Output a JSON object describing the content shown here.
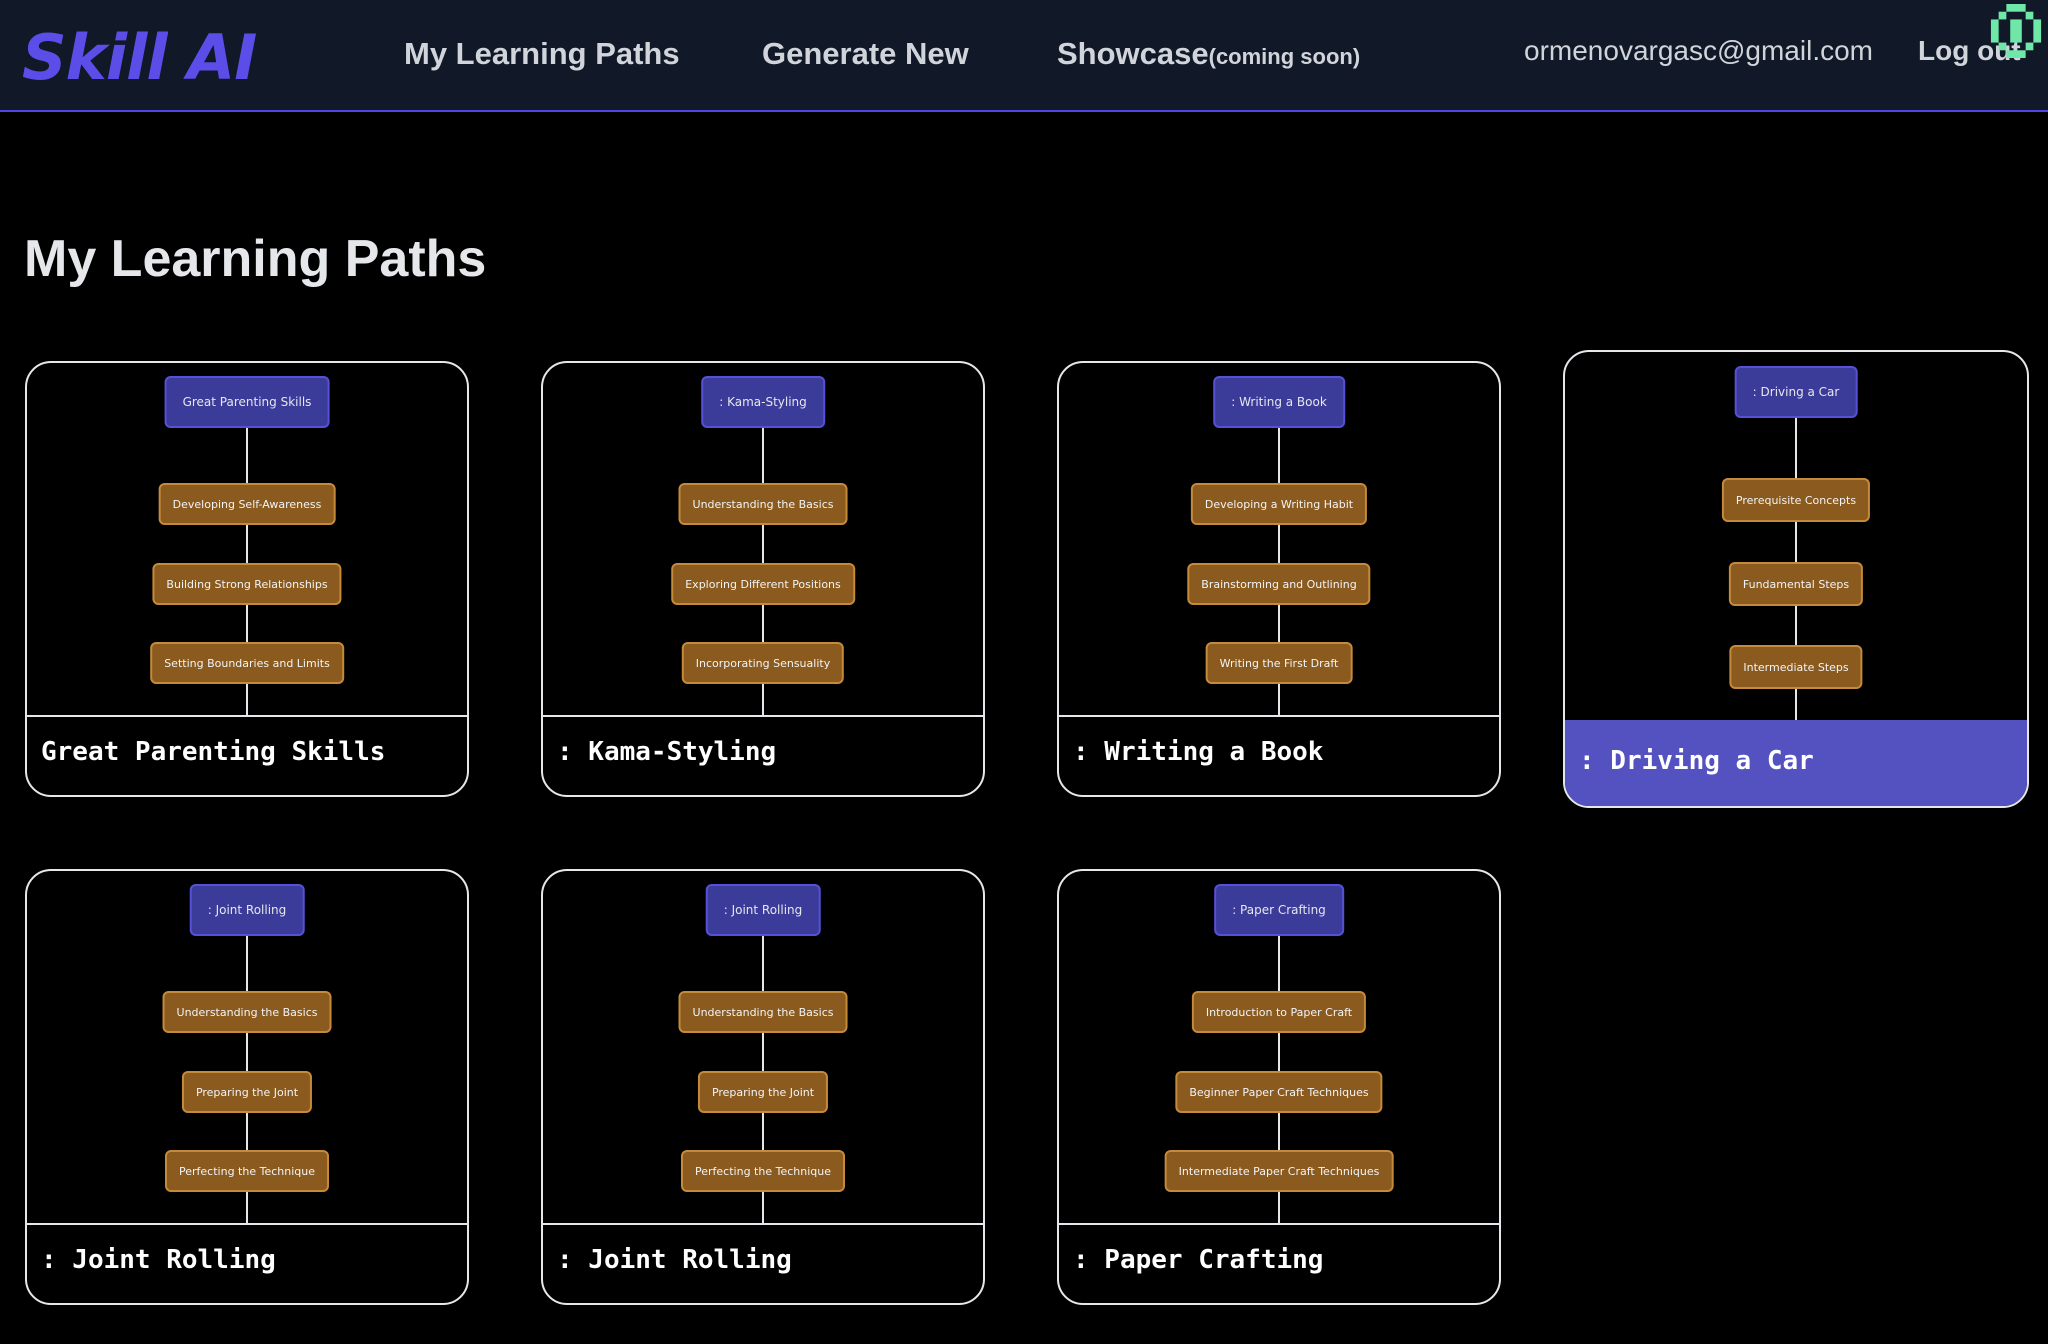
{
  "nav": {
    "logo": "Skill AI",
    "links": [
      {
        "label": "My Learning Paths"
      },
      {
        "label": "Generate New"
      },
      {
        "label": "Showcase",
        "suffix": "(coming soon)"
      }
    ],
    "email": "ormenovargasc@gmail.com",
    "logout": "Log out",
    "status_icon": "pixel-blob-icon",
    "accent_color": "#5b4ee8",
    "icon_color": "#6ee7a8"
  },
  "page": {
    "title": "My Learning Paths"
  },
  "cards": [
    {
      "title": "Great Parenting Skills",
      "root": "Great Parenting Skills",
      "steps": [
        "Developing Self-Awareness",
        "Building Strong Relationships",
        "Setting Boundaries and Limits"
      ]
    },
    {
      "title": ": Kama-Styling",
      "root": ": Kama-Styling",
      "steps": [
        "Understanding the Basics",
        "Exploring Different Positions",
        "Incorporating Sensuality"
      ]
    },
    {
      "title": ": Writing a Book",
      "root": ": Writing a Book",
      "steps": [
        "Developing a Writing Habit",
        "Brainstorming and Outlining",
        "Writing the First Draft"
      ]
    },
    {
      "title": ": Driving a Car",
      "root": ": Driving a Car",
      "active": true,
      "steps": [
        "Prerequisite Concepts",
        "Fundamental Steps",
        "Intermediate Steps"
      ]
    },
    {
      "title": ": Joint Rolling",
      "root": ": Joint Rolling",
      "steps": [
        "Understanding the Basics",
        "Preparing the Joint",
        "Perfecting the Technique"
      ]
    },
    {
      "title": ": Joint Rolling",
      "root": ": Joint Rolling",
      "steps": [
        "Understanding the Basics",
        "Preparing the Joint",
        "Perfecting the Technique"
      ]
    },
    {
      "title": ": Paper Crafting",
      "root": ": Paper Crafting",
      "steps": [
        "Introduction to Paper Craft",
        "Beginner Paper Craft Techniques",
        "Intermediate Paper Craft Techniques"
      ]
    }
  ],
  "colors": {
    "root_node": "#3b3b9a",
    "step_node": "#8a5a1e",
    "active_footer": "#5452c1"
  }
}
